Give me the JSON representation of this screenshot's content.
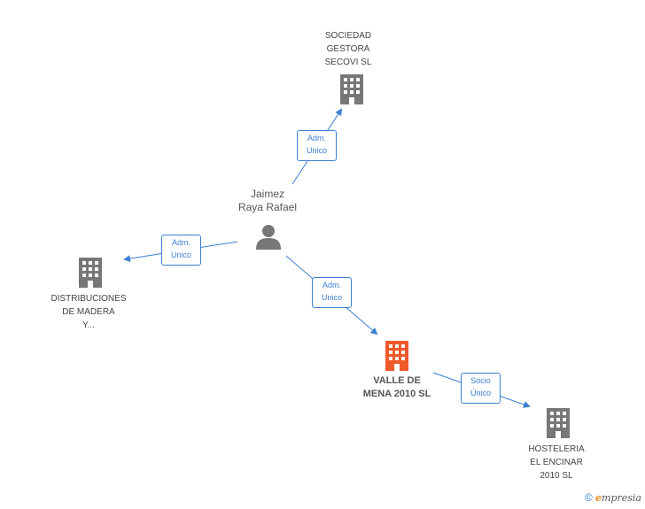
{
  "colors": {
    "edge": "#3b7fd2",
    "building": "#777777",
    "main_building": "#f0592a",
    "person": "#777777"
  },
  "nodes": {
    "person": {
      "lines": [
        "Jaimez",
        "Raya Rafael"
      ],
      "icon": "person-icon"
    },
    "secovi": {
      "lines": [
        "SOCIEDAD",
        "GESTORA",
        "SECOVI SL"
      ],
      "icon": "building-icon"
    },
    "distribuciones": {
      "lines": [
        "DISTRIBUCIONES",
        "DE MADERA",
        "Y..."
      ],
      "icon": "building-icon"
    },
    "valle": {
      "lines": [
        "VALLE DE",
        "MENA 2010 SL"
      ],
      "icon": "building-icon"
    },
    "hosteleria": {
      "lines": [
        "HOSTELERIA",
        "EL ENCINAR",
        "2010 SL"
      ],
      "icon": "building-icon"
    }
  },
  "edges": {
    "to_secovi": {
      "line1": "Adm.",
      "line2": "Unico"
    },
    "to_distribuciones": {
      "line1": "Adm.",
      "line2": "Unico"
    },
    "to_valle": {
      "line1": "Adm.",
      "line2": "Unico"
    },
    "valle_to_hosteleria": {
      "line1": "Socio",
      "line2": "Único"
    }
  },
  "footer": {
    "copyright": "©",
    "brand_initial": "e",
    "brand_rest": "mpresia"
  }
}
